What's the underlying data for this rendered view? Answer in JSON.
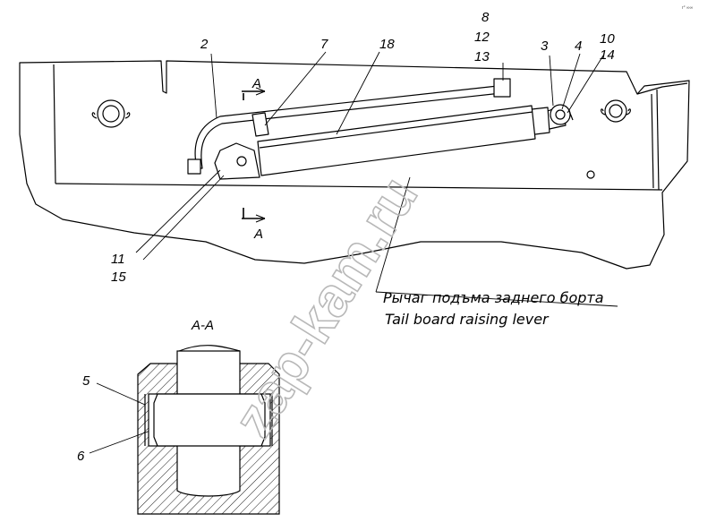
{
  "corner_mark": "r° ∞∞",
  "section_label": "A-A",
  "section_marker": "A",
  "caption": {
    "ru": "Рычаг подъма заднего борта",
    "en": "Tail board raising lever"
  },
  "callouts": {
    "c2": "2",
    "c3": "3",
    "c4": "4",
    "c5": "5",
    "c6": "6",
    "c7": "7",
    "c8": "8",
    "c10": "10",
    "c11": "11",
    "c12": "12",
    "c13": "13",
    "c14": "14",
    "c15": "15",
    "c18": "18"
  },
  "watermark": "zap-kam.ru"
}
